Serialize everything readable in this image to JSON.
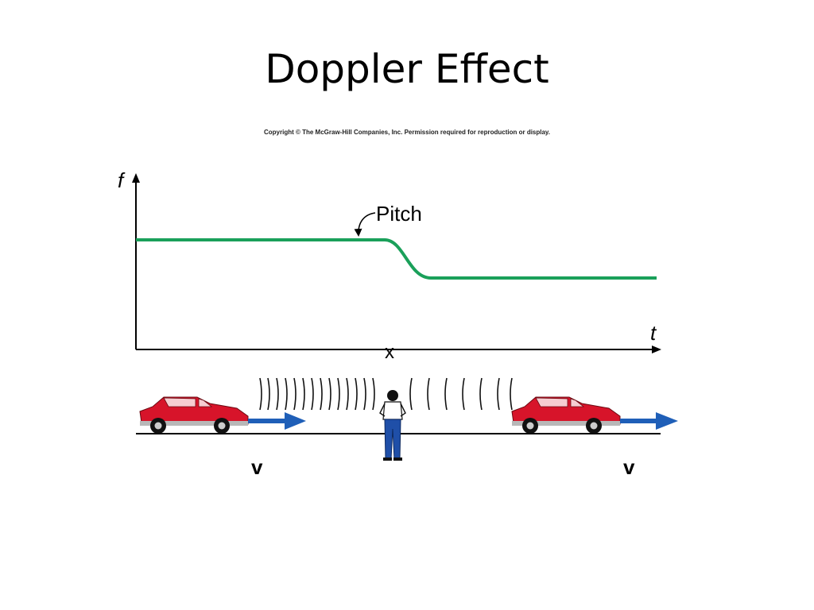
{
  "slide": {
    "title": "Doppler Effect",
    "copyright": "Copyright © The McGraw-Hill Companies, Inc. Permission required for reproduction or display."
  },
  "graph": {
    "y_axis_label": "f",
    "x_axis_label": "t",
    "observer_marker": "x",
    "curve_label": "Pitch",
    "curve_color": "#1aa05a",
    "curve_shape": "high constant frequency, smooth drop near observer crossing, then lower constant frequency"
  },
  "scene": {
    "velocity_label_left": "v",
    "velocity_label_right": "v",
    "car_color": "#d7142a",
    "arrow_color": "#1f5fb8",
    "observer_pants_color": "#1f4fa8",
    "wavefronts": "compressed ahead of the observer, spread out behind"
  }
}
